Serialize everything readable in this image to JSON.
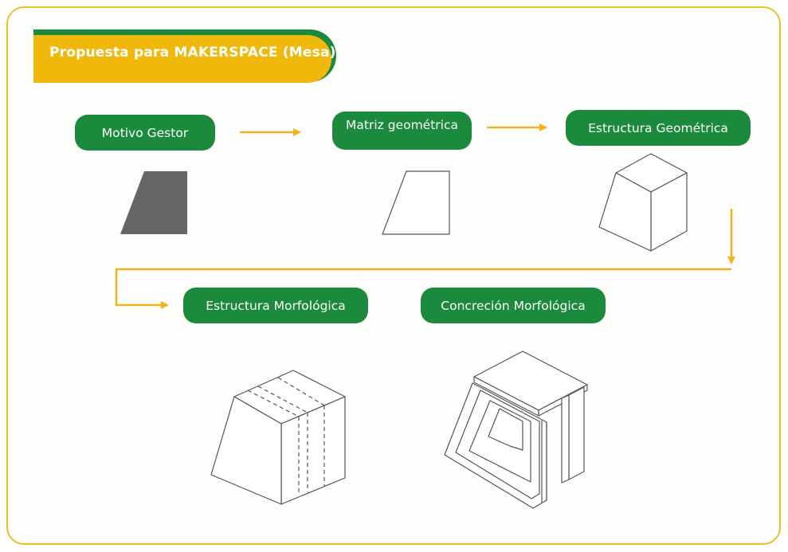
{
  "header": {
    "title": "Propuesta para MAKERSPACE (Mesa)"
  },
  "steps": [
    {
      "label": "Motivo Gestor"
    },
    {
      "label": "Matriz geométrica"
    },
    {
      "label": "Estructura Geométrica"
    },
    {
      "label": "Estructura Morfológica"
    },
    {
      "label": "Concreción Morfológica"
    }
  ],
  "colors": {
    "frame": "#e8c227",
    "banner_green": "#1b8a3c",
    "banner_yellow": "#f1b80c",
    "arrow": "#f0b41a",
    "pill": "#1b8a3c",
    "shape_fill": "#666666",
    "line": "#555555"
  }
}
